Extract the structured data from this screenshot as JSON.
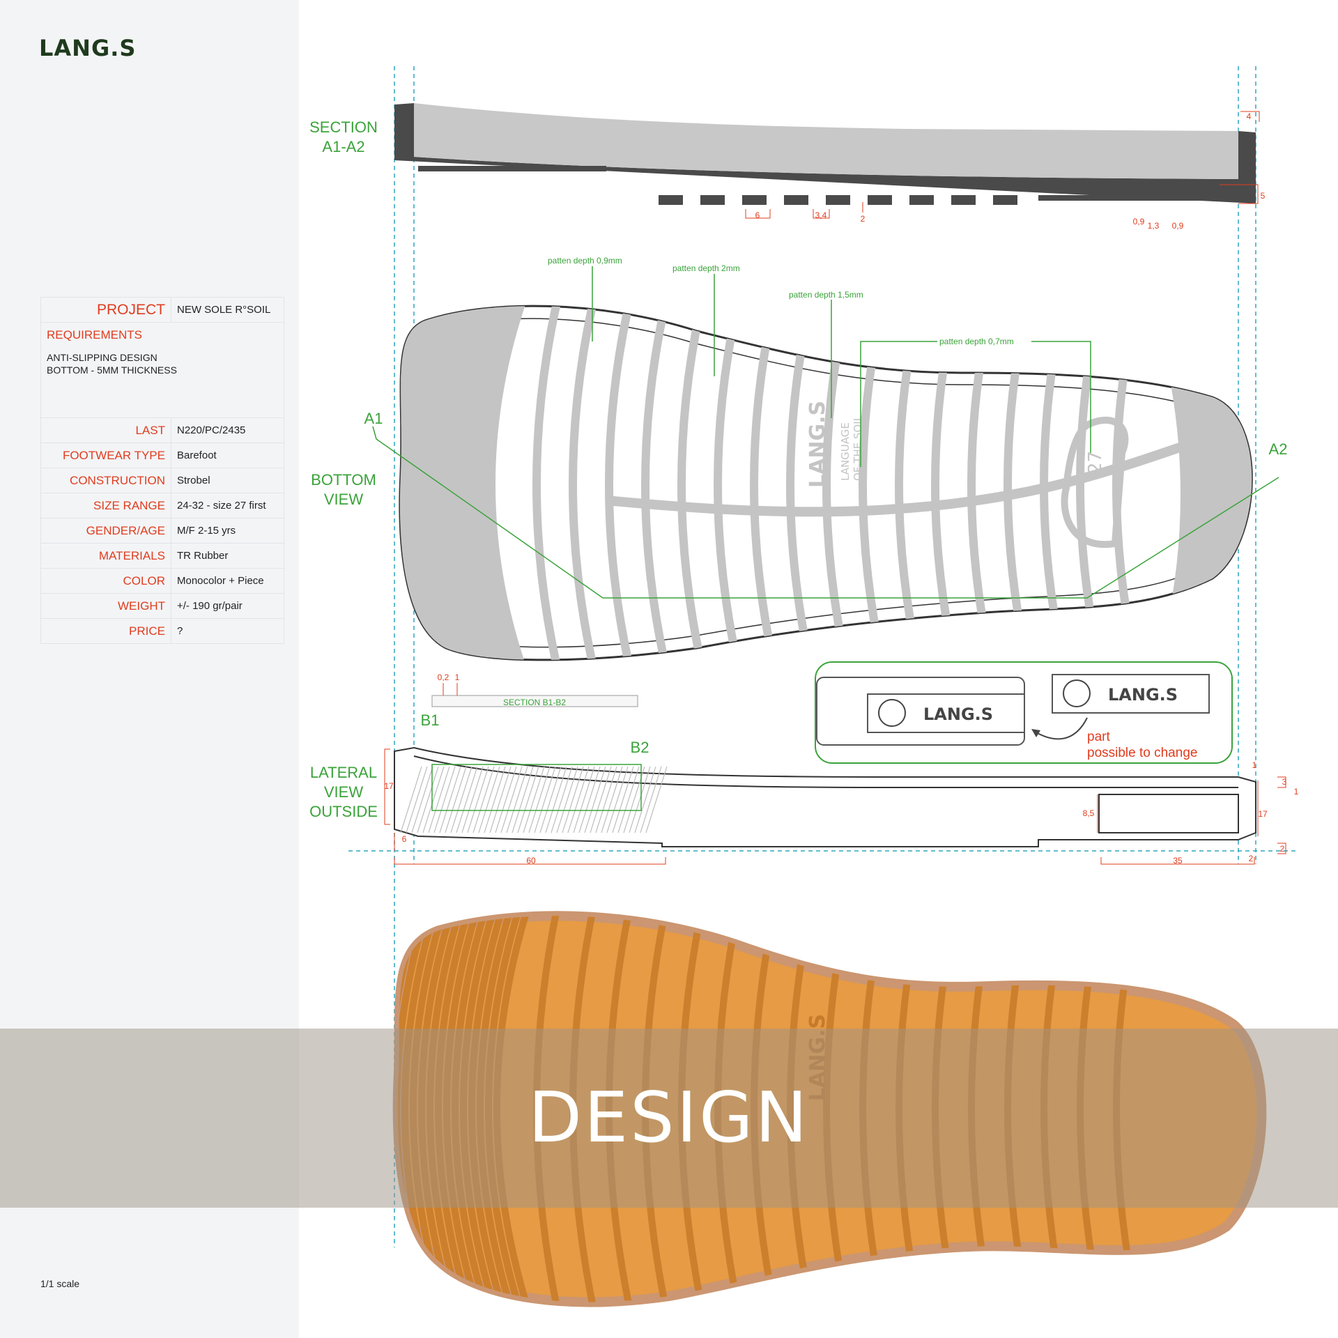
{
  "brand": "LANG.S",
  "spec": {
    "project_label": "PROJECT",
    "project_value": "NEW SOLE R°SOIL",
    "requirements_label": "REQUIREMENTS",
    "requirements_line1": "ANTI-SLIPPING DESIGN",
    "requirements_line2": "BOTTOM - 5MM THICKNESS",
    "rows": [
      {
        "label": "LAST",
        "value": "N220/PC/2435"
      },
      {
        "label": "FOOTWEAR TYPE",
        "value": "Barefoot"
      },
      {
        "label": "CONSTRUCTION",
        "value": "Strobel"
      },
      {
        "label": "SIZE RANGE",
        "value": "24-32 - size 27 first"
      },
      {
        "label": "GENDER/AGE",
        "value": "M/F 2-15 yrs"
      },
      {
        "label": "MATERIALS",
        "value": "TR Rubber"
      },
      {
        "label": "COLOR",
        "value": "Monocolor + Piece"
      },
      {
        "label": "WEIGHT",
        "value": "+/- 190 gr/pair"
      },
      {
        "label": "PRICE",
        "value": "?"
      }
    ]
  },
  "scale": "1/1 scale",
  "views": {
    "section": [
      "SECTION",
      "A1-A2"
    ],
    "bottom": [
      "BOTTOM",
      "VIEW"
    ],
    "lateral": [
      "LATERAL",
      "VIEW",
      "OUTSIDE"
    ]
  },
  "markers": {
    "a1": "A1",
    "a2": "A2",
    "b1": "B1",
    "b2": "B2"
  },
  "pattern_depths": {
    "d09": "patten depth 0,9mm",
    "d2": "patten depth 2mm",
    "d15": "patten depth 1,5mm",
    "d07": "patten depth 0,7mm"
  },
  "sole_logo": {
    "brand": "LANG.S",
    "line1": "LANGUAGE",
    "line2": "OF THE SOIL",
    "size": "27"
  },
  "section_b": {
    "title": "SECTION B1-B2",
    "dim1": "0,2",
    "dim2": "1"
  },
  "insert": {
    "logo": "LANG.S",
    "note1": "part",
    "note2": "possible to change"
  },
  "dims": {
    "top": {
      "d6": "6",
      "d34": "3,4",
      "d2": "2",
      "d09a": "0,9",
      "d13": "1,3",
      "d09b": "0,9",
      "d4": "4",
      "d5": "5"
    },
    "lateral": {
      "d17a": "17",
      "d6": "6",
      "d60": "60",
      "d85": "8,5",
      "d17b": "17",
      "d35": "35",
      "d2a": "2",
      "d2b": "2",
      "d3": "3",
      "d1a": "1",
      "d1b": "1"
    }
  },
  "colors": {
    "accent_red": "#e03c1e",
    "label_green": "#3aa33a",
    "guide_blue": "#2fa6bd",
    "sole_orange": "#e5963a",
    "band": "#9e9486"
  },
  "overlay_title": "DESIGN"
}
